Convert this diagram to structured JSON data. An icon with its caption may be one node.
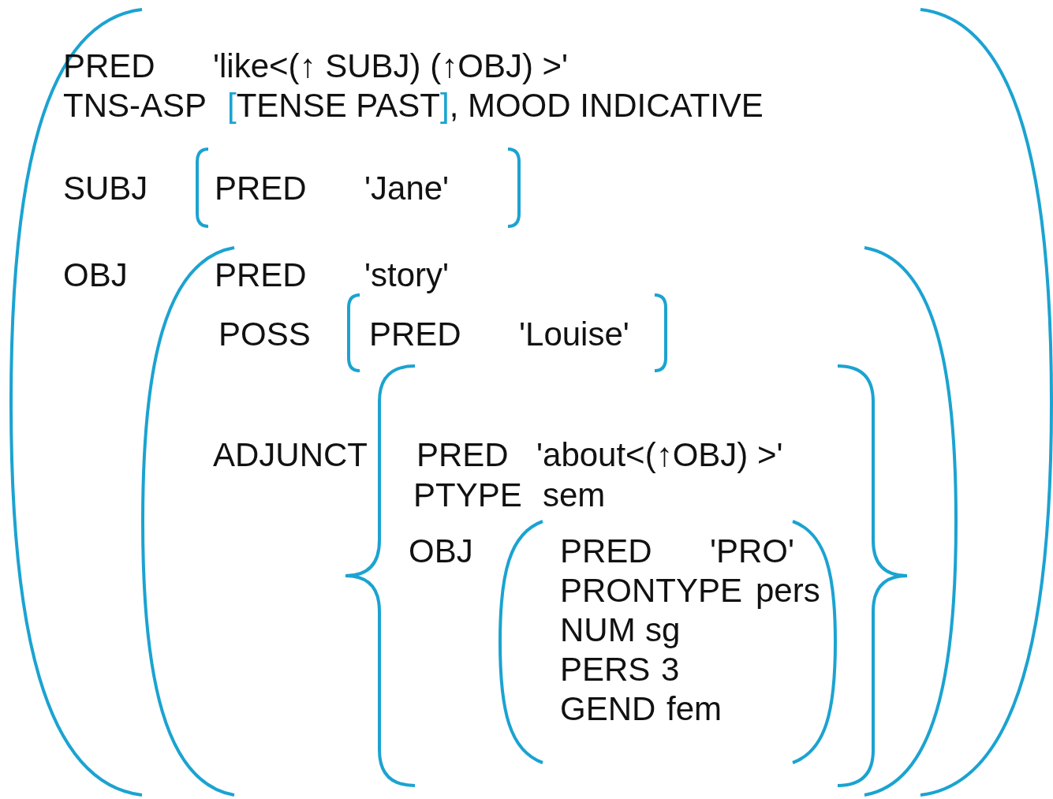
{
  "diagram": {
    "nodes": [
      {
        "text": [
          "PRED",
          "'like<(↑ SUBJ) (↑OBJ) >'",
          "TNS-ASP",
          "[TENSE PAST], MOOD INDICATIVE",
          "SUBJ",
          "OBJ"
        ]
      },
      {
        "text": [
          "PRED",
          "'Jane'"
        ],
        "in": 0
      },
      {
        "text": [
          "PRED",
          "'story'",
          "POSS",
          "ADJUNCT"
        ],
        "in": 0
      },
      {
        "text": [
          "PRED",
          "'Louise'"
        ],
        "in": 2
      },
      {
        "text": [
          "PRED",
          "'about<(↑OBJ) >'",
          "PTYPE",
          "sem",
          "OBJ"
        ],
        "in": 2
      },
      {
        "text": [
          "PRED",
          "'PRO'",
          "PRONTYPE",
          "pers",
          "NUM",
          "sg",
          "PERS",
          "3",
          "GEND",
          "fem"
        ],
        "in": 4
      }
    ]
  }
}
